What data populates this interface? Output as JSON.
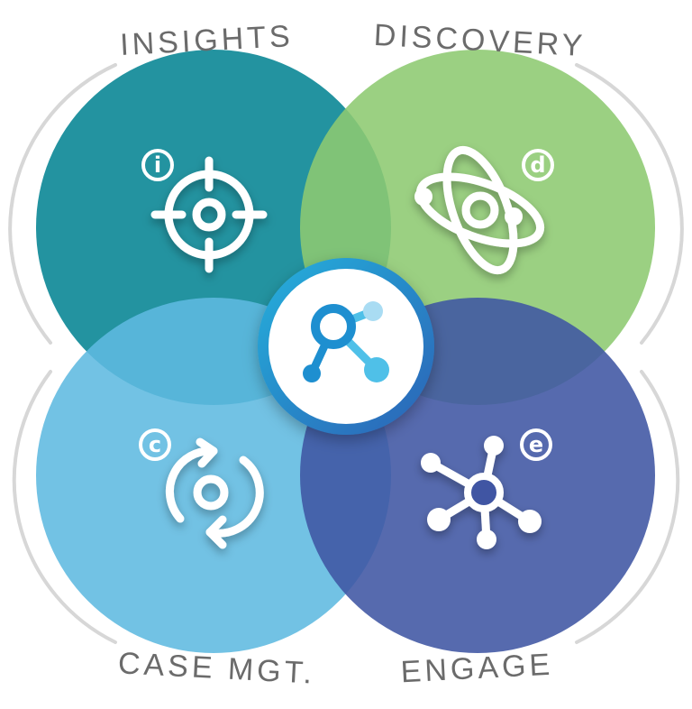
{
  "labels": {
    "insights": "INSIGHTS",
    "discovery": "DISCOVERY",
    "case_mgt": "CASE MGT.",
    "engage": "ENGAGE"
  },
  "badges": {
    "insights": "i",
    "discovery": "d",
    "case_mgt": "c",
    "engage": "e"
  },
  "colors": {
    "insights": "#1a8f9c",
    "discovery": "#8dc971",
    "case_mgt": "#5fb9e0",
    "engage": "#4a5fa7",
    "center_ring": "#1f9bd8",
    "outline": "#d7d7d7",
    "label": "#6b6b6b"
  },
  "icons": {
    "insights": "target-icon",
    "discovery": "atom-icon",
    "case_mgt": "cycle-icon",
    "engage": "network-icon",
    "center": "connect-logo-icon"
  }
}
